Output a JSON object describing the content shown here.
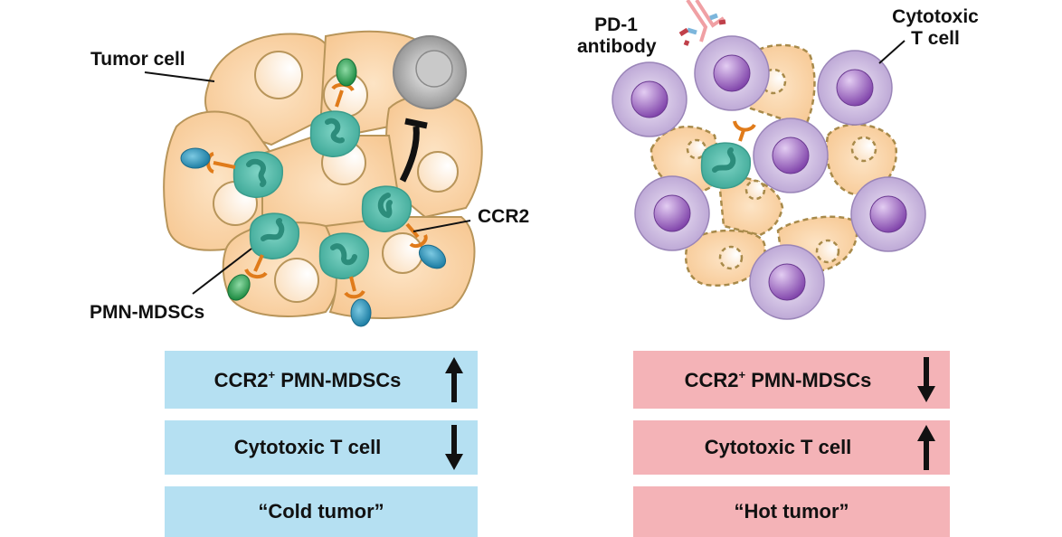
{
  "labels": {
    "tumor_cell": "Tumor cell",
    "pmn_mdscs": "PMN-MDSCs",
    "ccr2": "CCR2",
    "pd1_line1": "PD-1",
    "pd1_line2": "antibody",
    "ctl_line1": "Cytotoxic",
    "ctl_line2": "T cell"
  },
  "cold_panel": {
    "rows": [
      {
        "prefix": "CCR2",
        "sup": "+",
        "suffix": " PMN-MDSCs",
        "arrow": "up"
      },
      {
        "text": "Cytotoxic T cell",
        "arrow": "down"
      },
      {
        "text": "“Cold tumor”"
      }
    ],
    "color": "#b5e0f2"
  },
  "hot_panel": {
    "rows": [
      {
        "prefix": "CCR2",
        "sup": "+",
        "suffix": " PMN-MDSCs",
        "arrow": "down"
      },
      {
        "text": "Cytotoxic T cell",
        "arrow": "up"
      },
      {
        "text": "“Hot tumor”"
      }
    ],
    "color": "#f4b3b7"
  },
  "colors": {
    "tumor_fill": "#f9d3a6",
    "tumor_stroke": "#b8955a",
    "mdsc_fill": "#56bfae",
    "tcell_fill": "#c6b3da",
    "tcell_nucleus": "#8f5ab8",
    "receptor": "#e07b1a",
    "ligand_blue": "#1f8fb5",
    "ligand_green": "#1f9a4a",
    "antibody": "#f0a0a4"
  }
}
